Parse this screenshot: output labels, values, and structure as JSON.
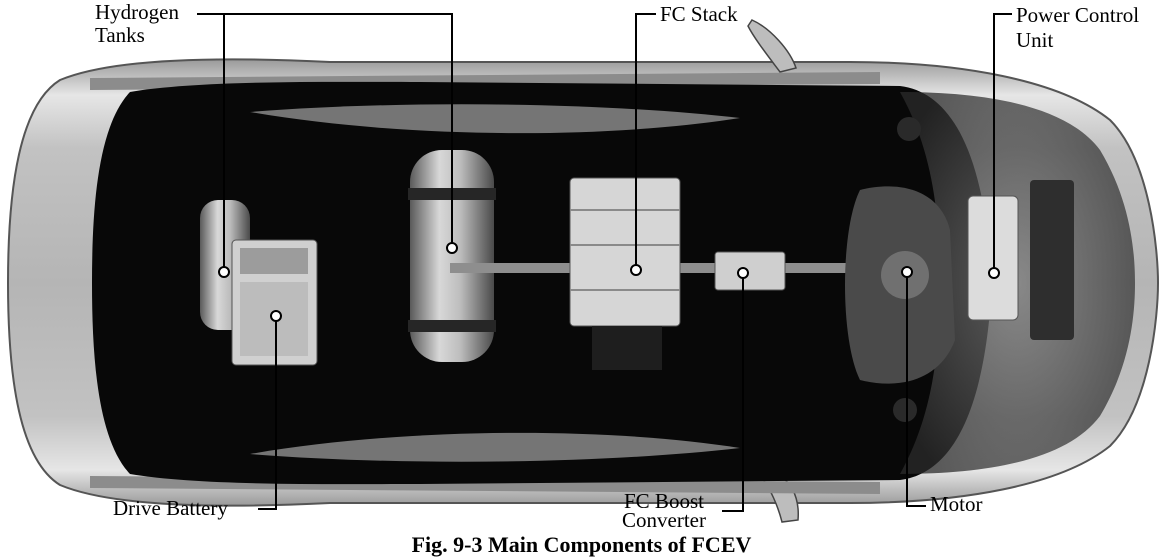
{
  "labels": {
    "hydrogen_tanks_1": "Hydrogen",
    "hydrogen_tanks_2": "Tanks",
    "fc_stack": "FC Stack",
    "pcu_1": "Power Control",
    "pcu_2": "Unit",
    "drive_battery": "Drive Battery",
    "fc_boost_1": "FC Boost",
    "fc_boost_2": "Converter",
    "motor": "Motor"
  },
  "caption": "Fig. 9-3  Main Components of  FCEV",
  "colors": {
    "leader_line": "#000000",
    "marker_dot": "#ffffff",
    "car_body": "#c9c9c9",
    "cabin_interior": "#080808"
  }
}
